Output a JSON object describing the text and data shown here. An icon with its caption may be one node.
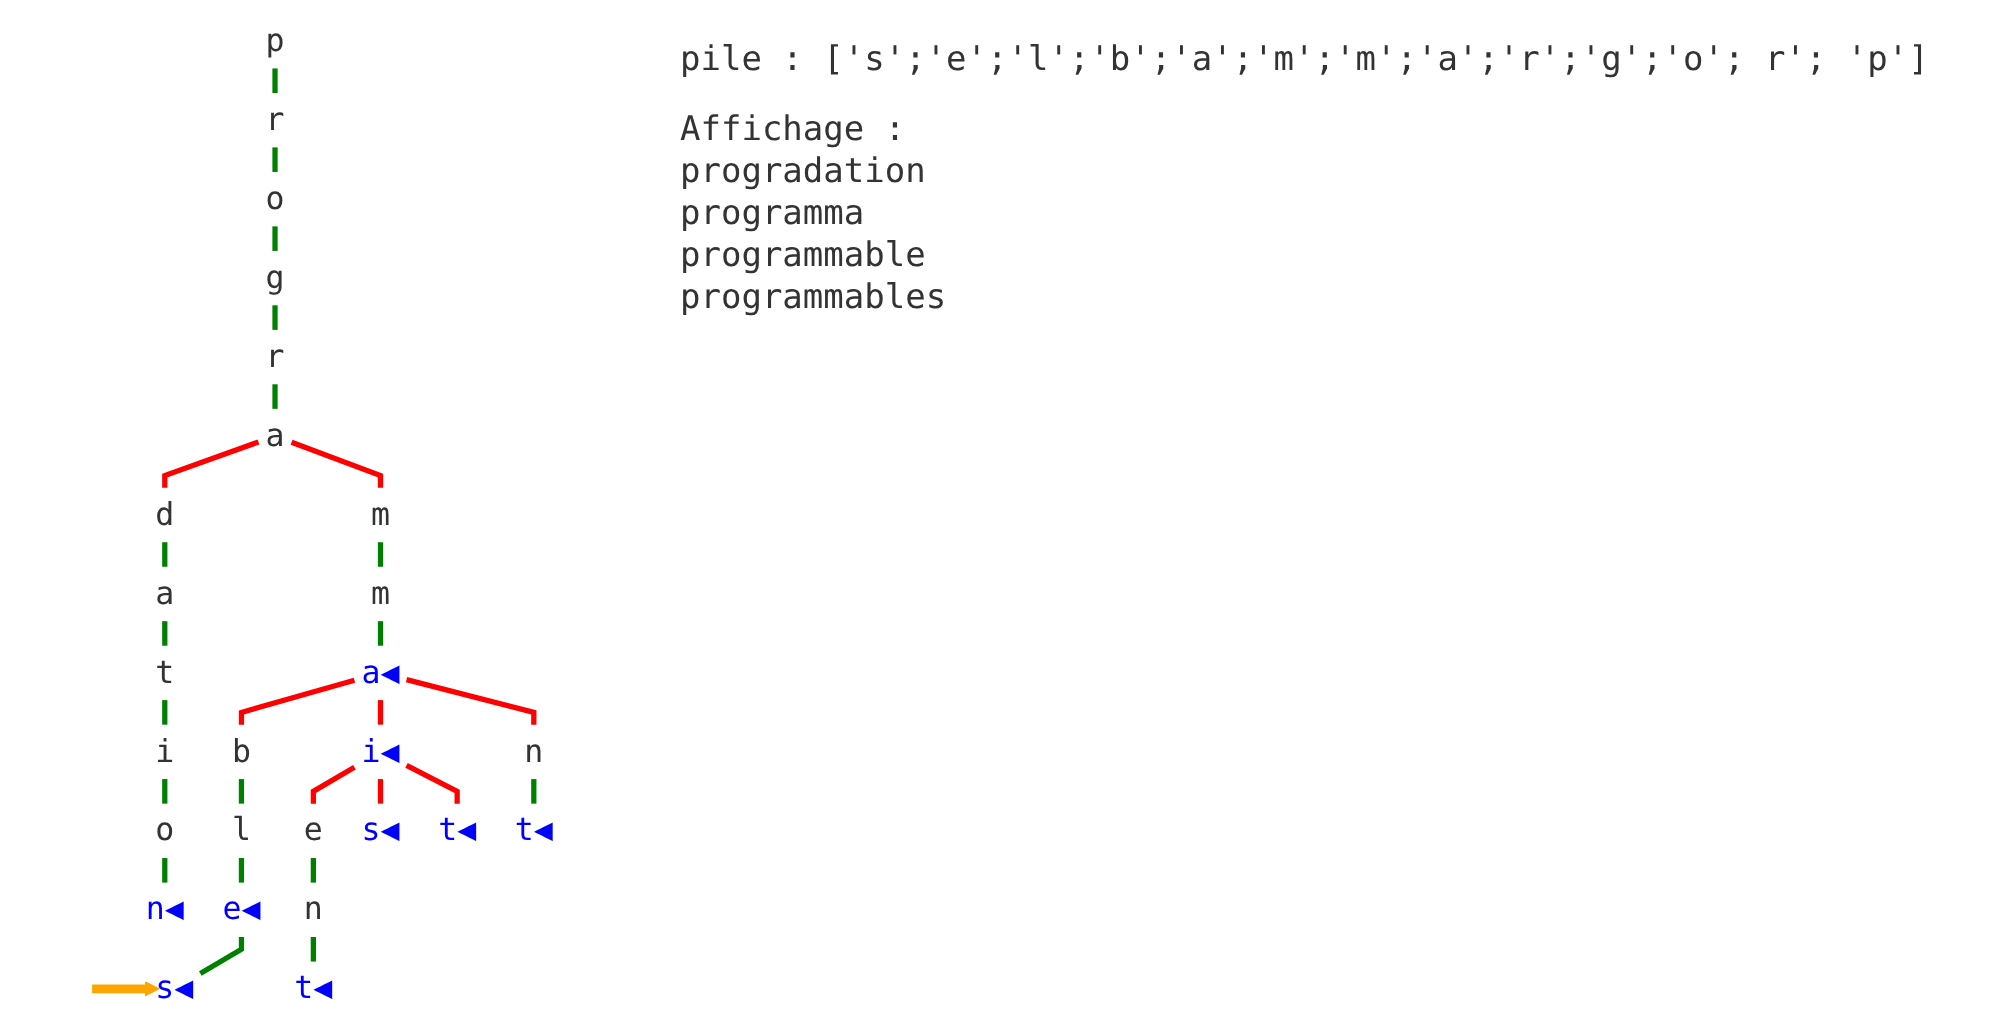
{
  "diagram": {
    "nodes": [
      {
        "text": [
          "p"
        ]
      },
      {
        "text": [
          "r"
        ]
      },
      {
        "text": [
          "o"
        ]
      },
      {
        "text": [
          "g"
        ]
      },
      {
        "text": [
          "r"
        ]
      },
      {
        "text": [
          "a"
        ]
      },
      {
        "text": [
          "d"
        ]
      },
      {
        "text": [
          "m"
        ]
      },
      {
        "text": [
          "a"
        ]
      },
      {
        "text": [
          "m"
        ]
      },
      {
        "text": [
          "t"
        ]
      },
      {
        "text": [
          "a◀"
        ]
      },
      {
        "text": [
          "i"
        ]
      },
      {
        "text": [
          "b"
        ]
      },
      {
        "text": [
          "i◀"
        ]
      },
      {
        "text": [
          "n"
        ]
      },
      {
        "text": [
          "o"
        ]
      },
      {
        "text": [
          "l"
        ]
      },
      {
        "text": [
          "e"
        ]
      },
      {
        "text": [
          "s◀"
        ]
      },
      {
        "text": [
          "t◀"
        ]
      },
      {
        "text": [
          "t◀"
        ]
      },
      {
        "text": [
          "n◀"
        ]
      },
      {
        "text": [
          "e◀"
        ]
      },
      {
        "text": [
          "n"
        ]
      },
      {
        "text": [
          "s◀"
        ]
      },
      {
        "text": [
          "t◀"
        ]
      }
    ],
    "edges": [
      {
        "from": 0,
        "to": 1,
        "arrow": "none"
      },
      {
        "from": 1,
        "to": 2,
        "arrow": "none"
      },
      {
        "from": 2,
        "to": 3,
        "arrow": "none"
      },
      {
        "from": 3,
        "to": 4,
        "arrow": "none"
      },
      {
        "from": 4,
        "to": 5,
        "arrow": "none"
      },
      {
        "from": 5,
        "to": 6,
        "arrow": "none",
        "color": "#ff0000"
      },
      {
        "from": 5,
        "to": 7,
        "arrow": "none",
        "color": "#ff0000"
      },
      {
        "from": 6,
        "to": 8,
        "arrow": "none"
      },
      {
        "from": 8,
        "to": 10,
        "arrow": "none"
      },
      {
        "from": 10,
        "to": 12,
        "arrow": "none"
      },
      {
        "from": 12,
        "to": 16,
        "arrow": "none"
      },
      {
        "from": 16,
        "to": 22,
        "arrow": "none"
      },
      {
        "from": 7,
        "to": 9,
        "arrow": "none"
      },
      {
        "from": 9,
        "to": 11,
        "arrow": "none"
      },
      {
        "from": 11,
        "to": 13,
        "arrow": "none",
        "color": "#ff0000"
      },
      {
        "from": 11,
        "to": 14,
        "arrow": "none",
        "color": "#ff0000"
      },
      {
        "from": 11,
        "to": 15,
        "arrow": "none",
        "color": "#ff0000"
      },
      {
        "from": 13,
        "to": 17,
        "arrow": "none"
      },
      {
        "from": 17,
        "to": 23,
        "arrow": "none"
      },
      {
        "from": 23,
        "to": 25,
        "arrow": "none"
      },
      {
        "from": 14,
        "to": 18,
        "arrow": "none",
        "color": "#ff0000"
      },
      {
        "from": 14,
        "to": 19,
        "arrow": "none",
        "color": "#ff0000"
      },
      {
        "from": 14,
        "to": 20,
        "arrow": "none",
        "color": "#ff0000"
      },
      {
        "from": 18,
        "to": 24,
        "arrow": "none"
      },
      {
        "from": 24,
        "to": 26,
        "arrow": "none"
      },
      {
        "from": 15,
        "to": 21,
        "arrow": "none"
      },
      {
        "from": null,
        "to": 25,
        "arrow": "to",
        "color": "#ffa500"
      }
    ],
    "labels": [
      "pile : ['s';'e';'l';'b';'a';'m';'m';'a';'r';'g';'o'; r'; 'p']",
      "Affichage :",
      "progradation",
      "programma",
      "programmable",
      "programmables"
    ]
  }
}
